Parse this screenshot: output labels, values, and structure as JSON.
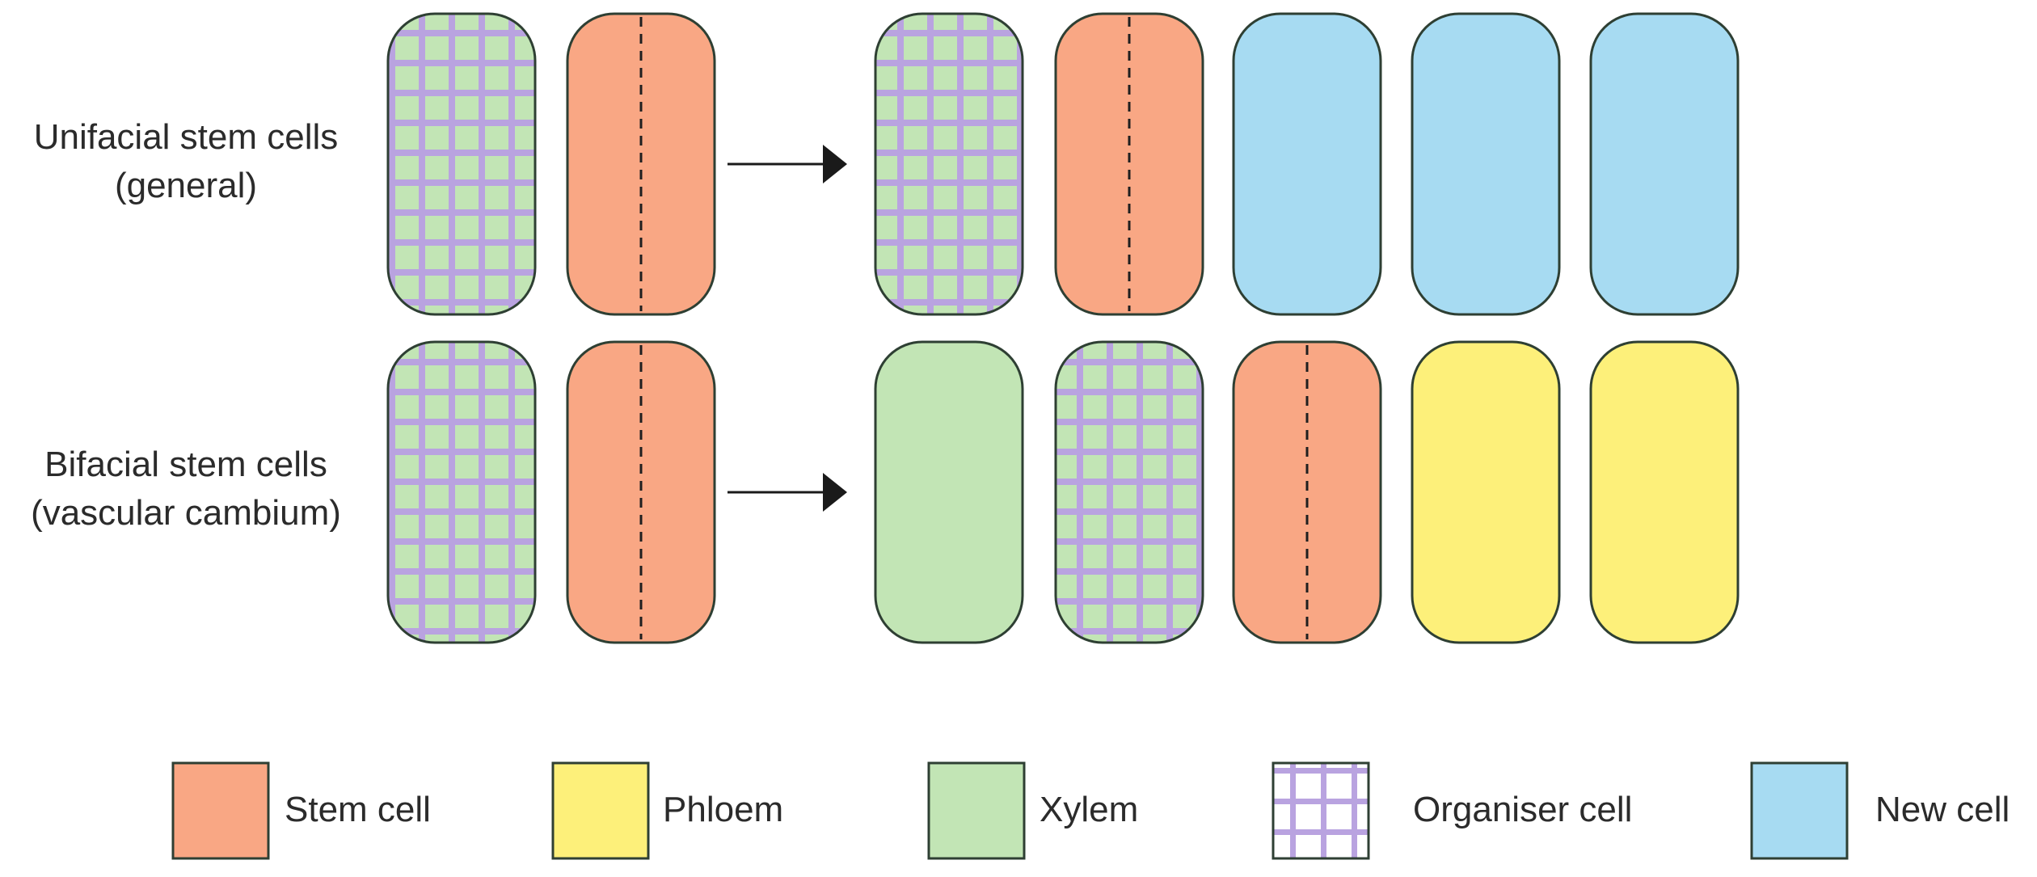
{
  "rows": [
    {
      "label_line1": "Unifacial stem cells",
      "label_line2": "(general)",
      "before": [
        "organiser",
        "stem"
      ],
      "after": [
        "organiser",
        "stem",
        "new",
        "new",
        "new"
      ]
    },
    {
      "label_line1": "Bifacial stem cells",
      "label_line2": "(vascular cambium)",
      "before": [
        "organiser",
        "stem"
      ],
      "after": [
        "xylem",
        "organiser",
        "stem",
        "phloem",
        "phloem"
      ]
    }
  ],
  "legend": [
    {
      "type": "stem",
      "label": "Stem cell"
    },
    {
      "type": "phloem",
      "label": "Phloem"
    },
    {
      "type": "xylem",
      "label": "Xylem"
    },
    {
      "type": "organiser",
      "label": "Organiser cell"
    },
    {
      "type": "new",
      "label": "New cell"
    }
  ],
  "colors": {
    "stem": "#f9a784",
    "phloem": "#fdf07a",
    "xylem": "#c2e5b5",
    "organiser_grid": "#b9a3e0",
    "new": "#a7dbf2",
    "outline": "#2e3f33",
    "arrow": "#1a1a1a"
  }
}
